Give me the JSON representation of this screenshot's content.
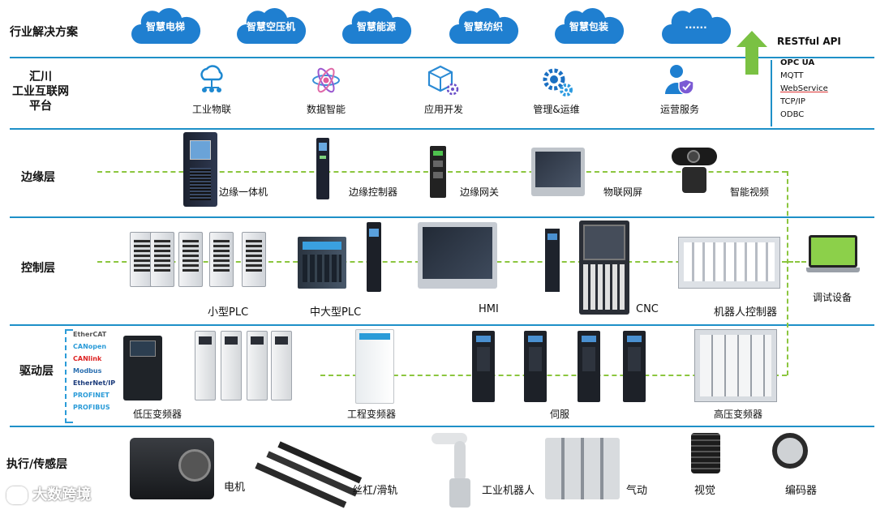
{
  "colors": {
    "divider": "#1e90c8",
    "dash": "#8cc63f",
    "cloud": "#1f7fd0",
    "arrow": "#7ac143"
  },
  "layers": {
    "industry": "行业解决方案",
    "platform": [
      "汇川",
      "工业互联网",
      "平台"
    ],
    "edge": "边缘层",
    "control": "控制层",
    "drive": "驱动层",
    "exec": "执行/传感层"
  },
  "clouds": [
    "智慧电梯",
    "智慧空压机",
    "智慧能源",
    "智慧纺织",
    "智慧包装",
    "......"
  ],
  "restful": "RESTful API",
  "protocols": [
    "OPC UA",
    "MQTT",
    "WebService",
    "TCP/IP",
    "ODBC"
  ],
  "platform_icons": [
    {
      "label": "工业物联",
      "icon": "cloud-network-icon"
    },
    {
      "label": "数据智能",
      "icon": "atom-icon"
    },
    {
      "label": "应用开发",
      "icon": "cube-gear-icon"
    },
    {
      "label": "管理&运维",
      "icon": "gears-icon"
    },
    {
      "label": "运营服务",
      "icon": "user-shield-icon"
    }
  ],
  "edge_devices": [
    "边缘一体机",
    "边缘控制器",
    "边缘网关",
    "物联网屏",
    "智能视频"
  ],
  "control_devices": [
    "小型PLC",
    "中大型PLC",
    "HMI",
    "CNC",
    "机器人控制器"
  ],
  "debug_device": "调试设备",
  "fieldbus": [
    "EtherCAT",
    "CANopen",
    "CANlink",
    "Modbus",
    "EtherNet/IP",
    "PROFINET",
    "PROFIBUS"
  ],
  "drive_devices": [
    "低压变频器",
    "工程变频器",
    "伺服",
    "高压变频器"
  ],
  "exec_devices": [
    "电机",
    "丝杠/滑轨",
    "工业机器人",
    "气动",
    "视觉",
    "编码器"
  ],
  "watermark": "大数跨境"
}
